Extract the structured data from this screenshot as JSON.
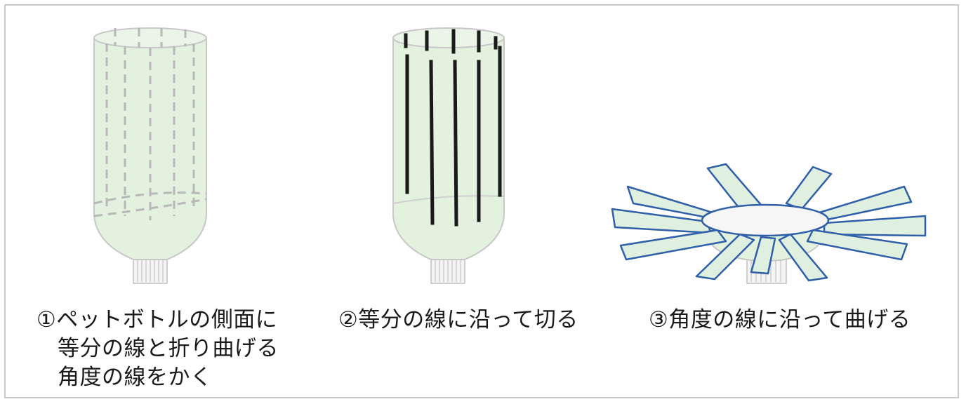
{
  "steps": [
    {
      "lines": [
        "①ペットボトルの側面に",
        "等分の線と折り曲げる",
        "角度の線をかく"
      ]
    },
    {
      "lines": [
        "②等分の線に沿って切る"
      ]
    },
    {
      "lines": [
        "③角度の線に沿って曲げる"
      ]
    }
  ],
  "colors": {
    "bottle_fill": "#e3f1df",
    "bottle_outline": "#c8c8c8",
    "dashed_line": "#b8b8b8",
    "cut_line": "#1a1a1a",
    "petal_fill": "#dff0e0",
    "petal_outline": "#2f5fa8",
    "frame": "#c9c9c9"
  },
  "icons": [
    "bottle-with-dashed-lines-icon",
    "bottle-with-cut-lines-icon",
    "bottle-folded-petals-icon"
  ]
}
